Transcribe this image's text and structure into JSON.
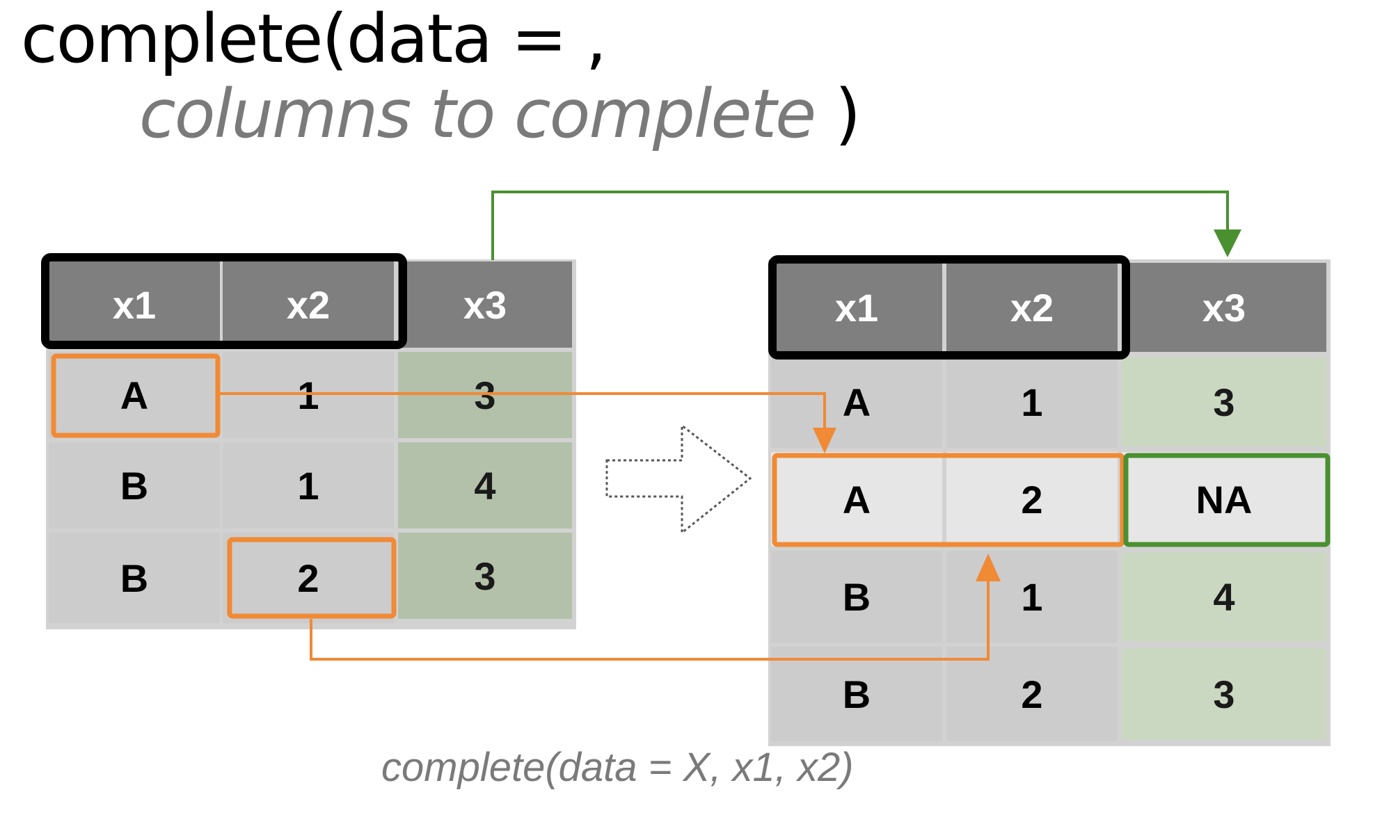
{
  "title": {
    "line1": "complete(data = ,",
    "line2_args": "columns to complete",
    "line2_close": ")"
  },
  "left_table": {
    "headers": [
      "x1",
      "x2",
      "x3"
    ],
    "rows": [
      [
        "A",
        "1",
        "3"
      ],
      [
        "B",
        "1",
        "4"
      ],
      [
        "B",
        "2",
        "3"
      ]
    ]
  },
  "right_table": {
    "headers": [
      "x1",
      "x2",
      "x3"
    ],
    "rows": [
      [
        "A",
        "1",
        "3"
      ],
      [
        "A",
        "2",
        "NA"
      ],
      [
        "B",
        "1",
        "4"
      ],
      [
        "B",
        "2",
        "3"
      ]
    ]
  },
  "caption": "complete(data = X, x1, x2)",
  "colors": {
    "header": "#7f7f7f",
    "key_cell": "#cccccc",
    "value_cell": "#b3c1aa",
    "orange": "#f08a35",
    "green": "#4a9030",
    "outline": "#000000"
  }
}
